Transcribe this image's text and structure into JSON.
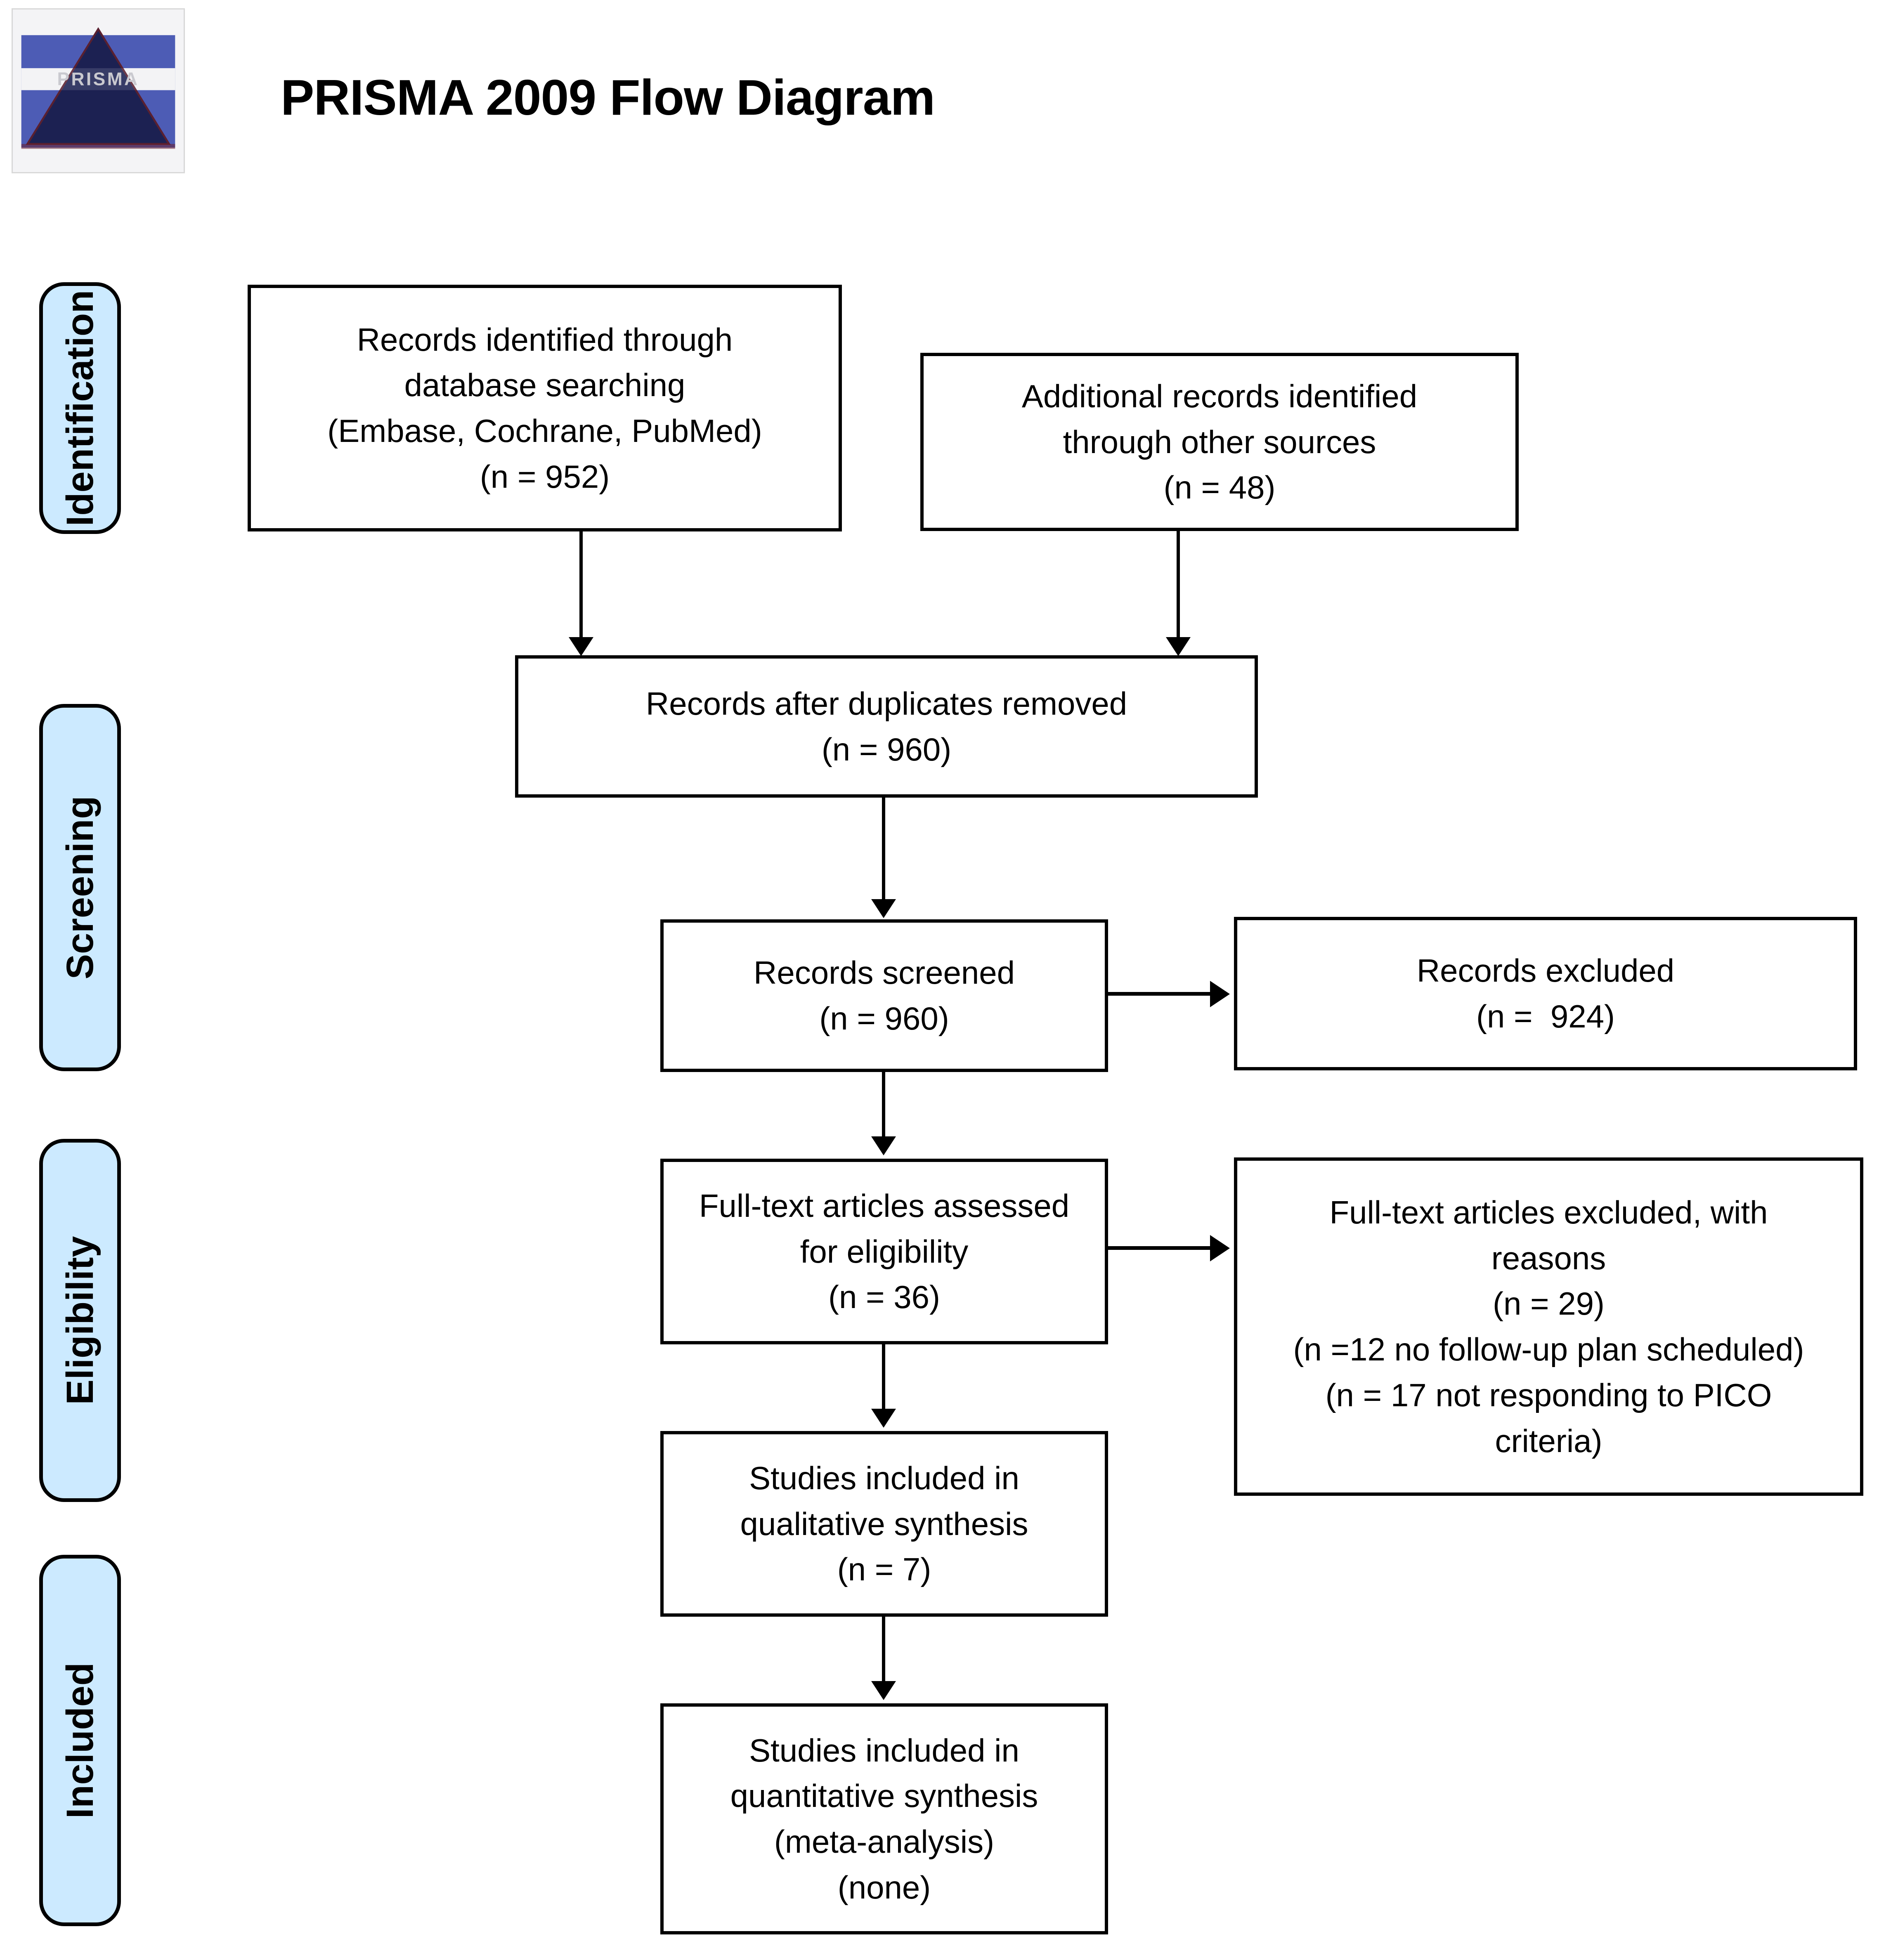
{
  "header": {
    "title": "PRISMA 2009 Flow Diagram",
    "logo_alt": "PRISMA",
    "logo_wordmark": "PRISMA"
  },
  "colors": {
    "stage_label_fill": "#CCEAFF",
    "box_border": "#000000",
    "page_background": "#FFFFFF",
    "text": "#000000",
    "logo_blue": "#4A5BB0",
    "logo_pyramid": "#1B2050"
  },
  "stages": [
    {
      "label": "Identification"
    },
    {
      "label": "Screening"
    },
    {
      "label": "Eligibility"
    },
    {
      "label": "Included"
    }
  ],
  "boxes": {
    "database_search": {
      "lines": [
        "Records identified through",
        "database searching",
        "(Embase, Cochrane, PubMed)",
        "(n = 952)"
      ]
    },
    "other_sources": {
      "lines": [
        "Additional records identified",
        "through other sources",
        "(n = 48)"
      ]
    },
    "duplicates_removed": {
      "lines": [
        "Records after duplicates removed",
        "(n = 960)"
      ]
    },
    "records_screened": {
      "lines": [
        "Records screened",
        "(n = 960)"
      ]
    },
    "records_excluded": {
      "lines": [
        "Records excluded",
        "(n =  924)"
      ]
    },
    "fulltext_assessed": {
      "lines": [
        "Full-text articles assessed",
        "for eligibility",
        "(n = 36)"
      ]
    },
    "fulltext_excluded": {
      "lines": [
        "Full-text articles excluded, with",
        "reasons",
        "(n = 29)",
        "(n =12 no follow-up plan scheduled)",
        "(n = 17 not responding to PICO",
        "criteria)"
      ]
    },
    "qualitative_synthesis": {
      "lines": [
        "Studies included in",
        "qualitative synthesis",
        "(n = 7)"
      ]
    },
    "quantitative_synthesis": {
      "lines": [
        "Studies included in",
        "quantitative synthesis",
        "(meta-analysis)",
        "(none)"
      ]
    }
  },
  "chart_data": {
    "type": "diagram",
    "title": "PRISMA 2009 Flow Diagram",
    "nodes": [
      {
        "id": "database_search",
        "stage": "Identification",
        "label": "Records identified through database searching (Embase, Cochrane, PubMed)",
        "n": 952
      },
      {
        "id": "other_sources",
        "stage": "Identification",
        "label": "Additional records identified through other sources",
        "n": 48
      },
      {
        "id": "duplicates_removed",
        "stage": "Screening",
        "label": "Records after duplicates removed",
        "n": 960
      },
      {
        "id": "records_screened",
        "stage": "Screening",
        "label": "Records screened",
        "n": 960
      },
      {
        "id": "records_excluded",
        "stage": "Screening",
        "label": "Records excluded",
        "n": 924
      },
      {
        "id": "fulltext_assessed",
        "stage": "Eligibility",
        "label": "Full-text articles assessed for eligibility",
        "n": 36
      },
      {
        "id": "fulltext_excluded",
        "stage": "Eligibility",
        "label": "Full-text articles excluded, with reasons",
        "n": 29,
        "reasons": [
          {
            "label": "no follow-up plan scheduled",
            "n": 12
          },
          {
            "label": "not responding to PICO criteria",
            "n": 17
          }
        ]
      },
      {
        "id": "qualitative_synthesis",
        "stage": "Included",
        "label": "Studies included in qualitative synthesis",
        "n": 7
      },
      {
        "id": "quantitative_synthesis",
        "stage": "Included",
        "label": "Studies included in quantitative synthesis (meta-analysis)",
        "n": "none"
      }
    ],
    "edges": [
      {
        "from": "database_search",
        "to": "duplicates_removed",
        "direction": "down"
      },
      {
        "from": "other_sources",
        "to": "duplicates_removed",
        "direction": "down"
      },
      {
        "from": "duplicates_removed",
        "to": "records_screened",
        "direction": "down"
      },
      {
        "from": "records_screened",
        "to": "records_excluded",
        "direction": "right"
      },
      {
        "from": "records_screened",
        "to": "fulltext_assessed",
        "direction": "down"
      },
      {
        "from": "fulltext_assessed",
        "to": "fulltext_excluded",
        "direction": "right"
      },
      {
        "from": "fulltext_assessed",
        "to": "qualitative_synthesis",
        "direction": "down"
      },
      {
        "from": "qualitative_synthesis",
        "to": "quantitative_synthesis",
        "direction": "down"
      }
    ]
  }
}
